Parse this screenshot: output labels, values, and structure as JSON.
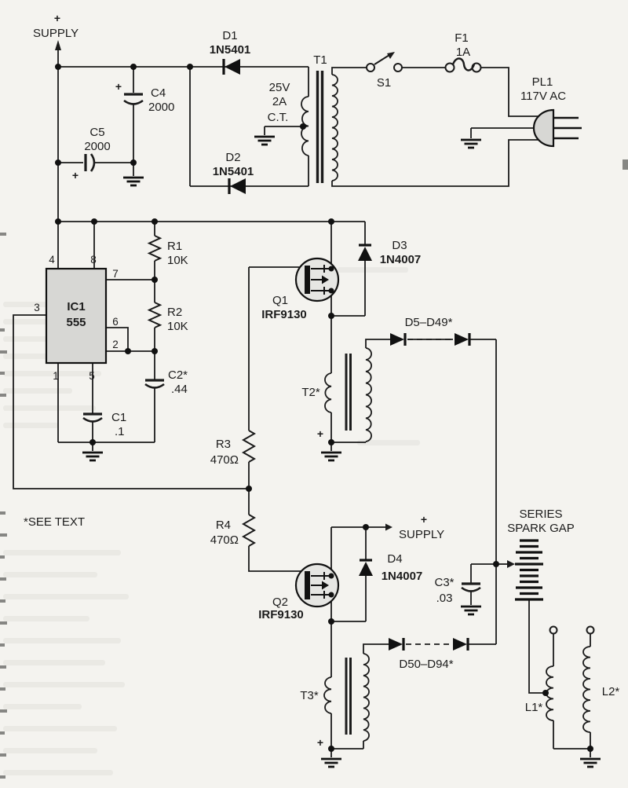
{
  "colors": {
    "paper": "#f4f3ef",
    "ink": "#1b1b1b",
    "component_fill": "#d7d7d4"
  },
  "power": {
    "supply_plus": "+",
    "supply_label": "SUPPLY",
    "c4_ref": "C4",
    "c4_val": "2000",
    "c4_plus": "+",
    "c5_ref": "C5",
    "c5_val": "2000",
    "c5_plus": "+",
    "d1_ref": "D1",
    "d1_part": "1N5401",
    "d2_ref": "D2",
    "d2_part": "1N5401",
    "t1_ref": "T1",
    "t1_v": "25V",
    "t1_a": "2A",
    "t1_ct": "C.T.",
    "s1_ref": "S1",
    "f1_ref": "F1",
    "f1_val": "1A",
    "pl1_ref": "PL1",
    "pl1_val": "117V AC"
  },
  "osc": {
    "ic_ref": "IC1",
    "ic_part": "555",
    "pin1": "1",
    "pin2": "2",
    "pin3": "3",
    "pin4": "4",
    "pin5": "5",
    "pin6": "6",
    "pin7": "7",
    "pin8": "8",
    "r1_ref": "R1",
    "r1_val": "10K",
    "r2_ref": "R2",
    "r2_val": "10K",
    "c1_ref": "C1",
    "c1_val": ".1",
    "c2_ref": "C2*",
    "c2_val": ".44"
  },
  "driver": {
    "q1_ref": "Q1",
    "q1_part": "IRF9130",
    "q2_ref": "Q2",
    "q2_part": "IRF9130",
    "d3_ref": "D3",
    "d3_part": "1N4007",
    "d4_ref": "D4",
    "d4_part": "1N4007",
    "r3_ref": "R3",
    "r3_val": "470Ω",
    "r4_ref": "R4",
    "r4_val": "470Ω",
    "t2_ref": "T2*",
    "t2_plus": "+",
    "t3_ref": "T3*",
    "t3_plus": "+",
    "d5_49": "D5–D49*",
    "d50_94": "D50–D94*",
    "supply_plus": "+",
    "supply_label": "SUPPLY"
  },
  "output": {
    "c3_ref": "C3*",
    "c3_val": ".03",
    "sg_line1": "SERIES",
    "sg_line2": "SPARK GAP",
    "l1_ref": "L1*",
    "l2_ref": "L2*"
  },
  "note": {
    "see_text": "*SEE TEXT"
  }
}
